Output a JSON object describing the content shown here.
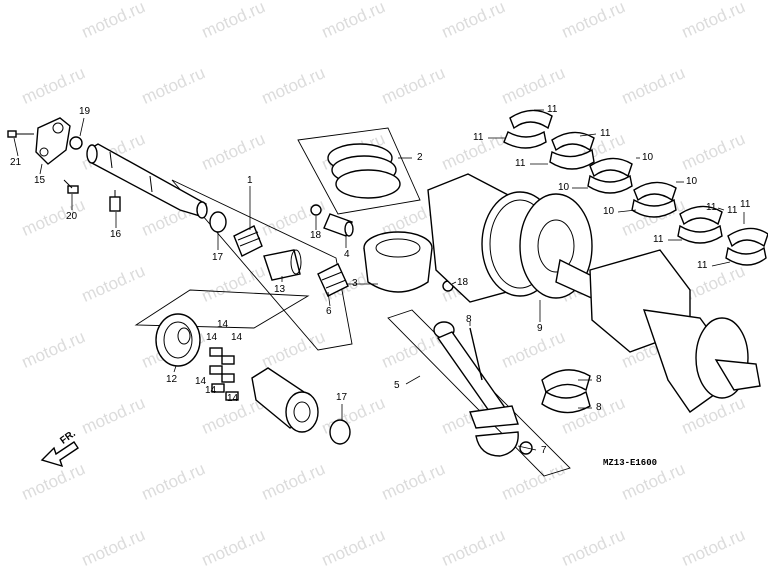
{
  "watermark": "motod.ru",
  "diagram_code": "MZ13-E1600",
  "direction_label": "FR.",
  "callouts": [
    "1",
    "2",
    "3",
    "4",
    "5",
    "6",
    "7",
    "8",
    "8",
    "8",
    "9",
    "10",
    "10",
    "10",
    "10",
    "11",
    "11",
    "11",
    "11",
    "11",
    "11",
    "11",
    "11",
    "11",
    "12",
    "13",
    "14",
    "14",
    "14",
    "14",
    "14",
    "14",
    "15",
    "16",
    "17",
    "17",
    "18",
    "18",
    "19",
    "20",
    "21"
  ]
}
